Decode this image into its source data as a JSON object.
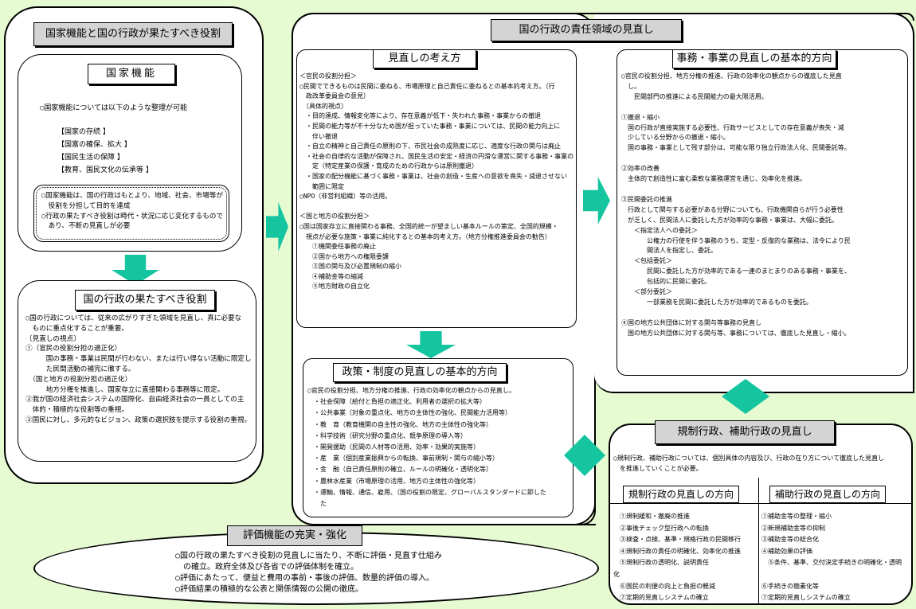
{
  "left": {
    "title": "国家機能と国の行政が果たすべき役割",
    "national_functions": {
      "title": "国家機能",
      "intro": "○国家機能については以下のような整理が可能",
      "items": [
        "【国家の存続 】",
        "【国富の確保、拡大 】",
        "【国民生活の保障 】",
        "【教育、国民文化の伝承等 】"
      ],
      "notes": "○国家機能は、国の行政はもとより、地域、社会、市場等が\n　役割を分担して目的を達成\n○行政の果たすべき役割は時代・状況に応じ変化するもので\n　あり、不断の見直しが必要"
    },
    "state_roles": {
      "title": "国の行政の果たすべき役割",
      "body": "○国の行政については、従来の広がりすぎた領域を見直し、真に必要な\n　ものに重点化することが重要。\n〔見直しの視点〕\n①（官民の役割分担の適正化）\n　　　国の事務・事業は民間が行わない、または行い得ない活動に限定し\n　　　た民間活動の補完に徹する。\n　（国と地方の役割分担の適正化）\n　　　地方分権を推進し、国家存立に直接関わる事務等に限定。\n②我が国の経済社会システムの国際化、自由経済社会の一員としての主\n　体的・積極的な役割等の重視。\n③国民に対し、多元的なビジョン、政策の選択肢を提示する役割の重視。"
    }
  },
  "evaluation": {
    "title": "評価機能の充実・強化",
    "body": "○国の行政の果たすべき役割の見直しに当たり、不断に評価・見直す仕組み\n　の確立。政府全体及び各省での評価体制を確立。\n○評価にあたって、便益と費用の事前・事後の評価、数量的評価の導入。\n○評価結果の積極的な公表と関係情報の公開の徹底。"
  },
  "center": {
    "title": "国の行政の責任領域の見直し",
    "review_approach": {
      "title": "見直しの考え方",
      "body": "＜官民の役割分担＞\n○民間でできるものは民間に委ねる、市場原理と自己責任に委ねるとの基本的考え方。（行\n　政改革委員会の意見）\n　〔具体的視点〕\n　・目的達成、情報変化等により、存在意義が低下・失われた事務・事業からの撤退\n　・民間の能力等が不十分なため国が担っていた事務・事業については、民間の能力向上に\n　　伴い撤退\n　・自立の精神と自己責任の原則の下、市民社会の成熟度に応じ、適度な行政の関与は廃止\n　・社会の自律的な活動が保障され、国民生活の安定・経済の円滑な運営に関する事務・事業の限\n　　定（特定産業の保護・育成のための行政からは原則撤退）\n　・国家の配分機能に基づく事務・事業は、社会の創造・生産への意欲を喪失・減退させない\n　　範囲に限定\n○NPO（非営利組織）等の活用。\n\n＜国と地方の役割分担＞\n○国は国家存立に直接関わる事務、全国的統一が望ましい基本ルールの策定、全国的規模・\n　視点が必要な施策・事業に純化するとの基本的考え方。（地方分権推進委員会の勧告）\n　　①機関委任事務の廃止\n　　②国から地方への権限委譲\n　　③国の関与及び必置規制の縮小\n　　④補助金等の縮減\n　　⑤地方財政の自立化"
    },
    "policy_review": {
      "title": "政策・制度の見直しの基本的方向",
      "body": "○官民の役割分担、地方分権の推進、行政の効率化の観点からの見直し。\n　・社会保障（給付と負担の適正化、利用者の選択の拡大等）\n　・公共事業（対象の重点化、地方の主体性の強化、民間能力活用等）\n　・教　育（教育機関の自主性の強化、地方の主体性の強化等）\n　・科学技術（研究分野の重点化、競争原理の導入等）\n　・開発援助（民間の人材等の活用、効率・効果的実施等）\n　・産　業（個別産業振興からの転換、事前規制・関与の縮小等）\n　・金　融（自己責任原則の確立、ルールの明確化・透明化等）\n　・農林水産業（市場原理の活用、地方の主体性の強化等）\n　・運輸、情報、通信、雇用、（国の役割の限定、グローバルスタンダードに即した\n　　た"
    }
  },
  "right": {
    "business_review": {
      "title": "事務・事業の見直しの基本的方向",
      "body": "○官民の役割分担、地方分権の推進、行政の効率化の観点からの徹底した見直\n　し。\n　　民間部門の推進による民間能力の最大限活用。\n\n①撤退・縮小\n　国の行政が直接実施する必要性、行政サービスとしての存在意義が喪失・減\n　少している分野からの撤退・縮小。\n　国の事務・事業として残す部分は、可能な限り独立行政法人化、民間委託等。\n\n②効率の改善\n　主体的で創造性に富む柔軟な業務運営を通じ、効率化を推進。\n\n③民間委託の推進\n　行政として関与する必要がある分野についても、行政機関自らが行う必要性\n　が乏しく、民間法人に委託した方が効率的な事務・事業は、大幅に委託。\n　　＜指定法人への委託＞\n　　　　公権力の行使を伴う事務のうち、定型・反復的な業務は、法令により民\n　　　　間法人を指定し、委託。\n　　＜包括委託＞\n　　　　民間に委託した方が効率的である一連のまとまりのある事務・事業を、\n　　　　包括的に民間に委託。\n　　＜部分委託＞\n　　　　一部業務を民間に委託した方が効率的であるものを委託。\n\n④国の地方公共団体に対する関与等事務の見直し\n　国の地方公共団体に対する関与等、事務については、徹底した見直し・縮小。"
    },
    "regulation_review": {
      "title": "規制行政、補助行政の見直し",
      "intro": "○規制行政、補助行政については、個別具体の内容及び、行政の在り方について徹底した見直し\n　を推進していくことが必要。",
      "reg_title": "規制行政の見直しの方向",
      "reg_body": "　①規制緩和・撤廃の推進\n　②事後チェック型行政への転換\n　③検査・点検、基準・規格行政の民間移行\n　④規制行政の責任の明確化、効率化の推進\n　⑤規制行政の透明化、説明責任\n化\n　⑥国民の利便の向上と負担の軽減\n　⑦定期的見直しシステムの確立",
      "sub_title": "補助行政の見直しの方向",
      "sub_body": "①補助金等の整理・縮小\n②新規補助金等の抑制\n③補助金等の総合化\n④補助効果の評価\n　⑤条件、基準、交付決定手続きの明確化・透明\n\n⑥手続きの簡素化等\n⑦定期的見直しシステムの確立"
    }
  },
  "colors": {
    "background": "#e6fbd2",
    "arrow": "#15c5a0",
    "title_gray": "#d4d4d4"
  }
}
